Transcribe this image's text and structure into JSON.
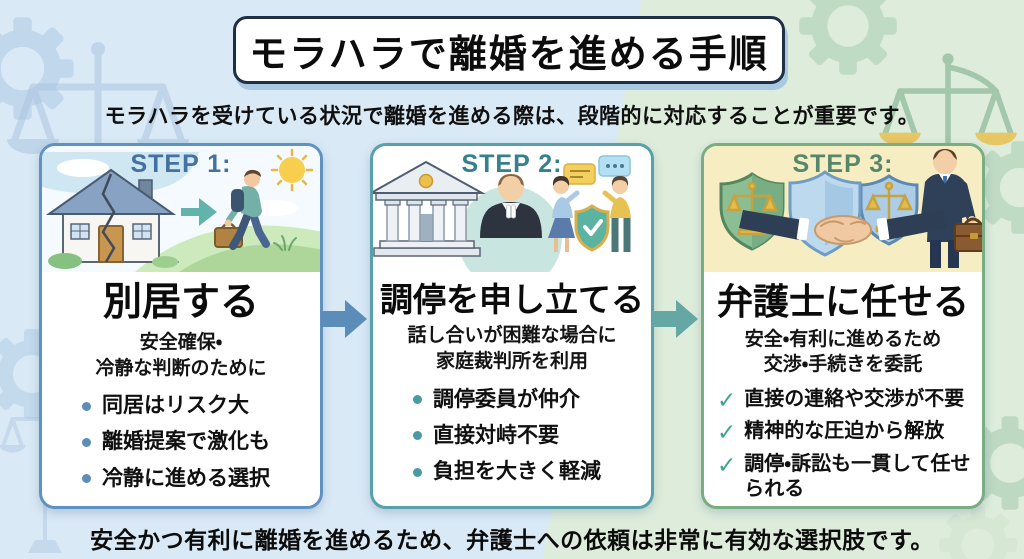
{
  "header": {
    "title": "モラハラで離婚を進める手順",
    "subtitle": "モラハラを受けている状況で離婚を進める際は、段階的に対応することが重要です。"
  },
  "footer": {
    "text": "安全かつ有利に離婚を進めるため、弁護士への依頼は非常に有効な選択肢です。"
  },
  "icons": {
    "check": "✓"
  },
  "colors": {
    "background_left": "#d9e9f6",
    "background_right": "#deeddb",
    "title_border": "#1f2f44",
    "title_shadow": "#a9c8e2",
    "step1_accent": "#44719f",
    "step2_accent": "#35808f",
    "step3_accent": "#57876b",
    "step1_border": "#5e92c2",
    "step2_border": "#58a0aa",
    "step3_border": "#79ad83",
    "step3_highlight": "#f6edc2",
    "arrow1": "#5b8db8",
    "arrow2": "#64a7a4",
    "check": "#3da38d"
  },
  "steps": [
    {
      "label": "STEP 1:",
      "title": "別居する",
      "subtitle_lines": [
        "安全確保・",
        "冷静な判断のために"
      ],
      "bullets": [
        "同居はリスク大",
        "離婚提案で激化も",
        "冷静に進める選択"
      ],
      "marker": "dot",
      "illustration": "house-separation"
    },
    {
      "label": "STEP 2:",
      "title": "調停を申し立てる",
      "subtitle_lines": [
        "話し合いが困難な場合に",
        "家庭裁判所を利用"
      ],
      "bullets": [
        "調停委員が仲介",
        "直接対峙不要",
        "負担を大きく軽減"
      ],
      "marker": "dot",
      "illustration": "court-mediation"
    },
    {
      "label": "STEP 3:",
      "title": "弁護士に任せる",
      "subtitle_lines": [
        "安全・有利に進めるため",
        "交渉・手続きを委託"
      ],
      "bullets": [
        "直接の連絡や交渉が不要",
        "精神的な圧迫から解放",
        "調停・訴訟も一貫して任せられる"
      ],
      "marker": "check",
      "illustration": "lawyer-handshake"
    }
  ]
}
